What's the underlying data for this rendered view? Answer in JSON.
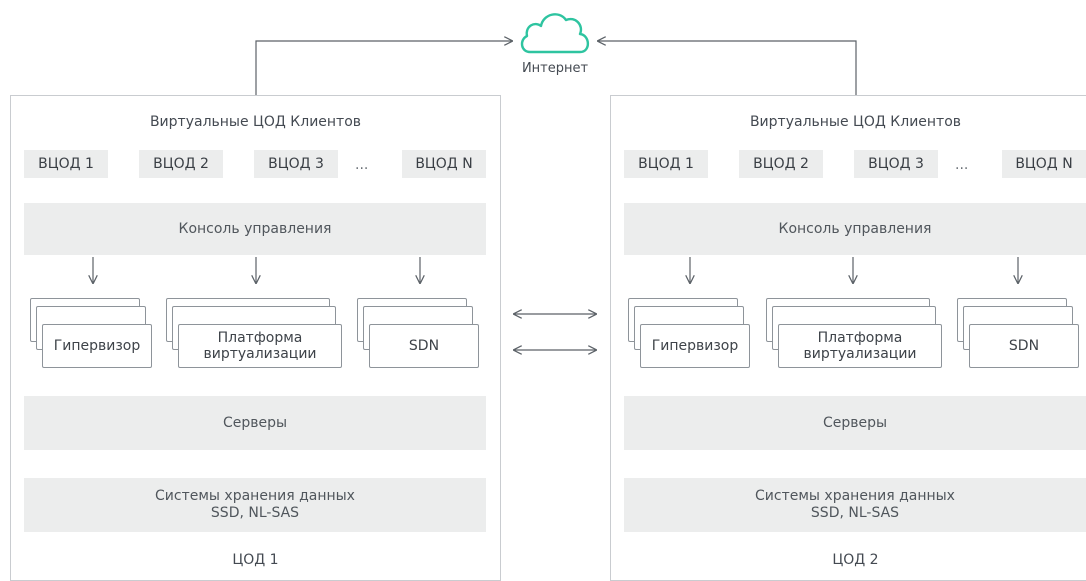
{
  "internet": {
    "label": "Интернет",
    "icon": "cloud-icon",
    "icon_color": "#2ec4a0"
  },
  "datacenters": [
    {
      "name": "ЦОД 1",
      "virtual_title": "Виртуальные ЦОД Клиентов",
      "vdc": [
        "ВЦОД 1",
        "ВЦОД 2",
        "ВЦОД 3",
        "ВЦОД N"
      ],
      "ellipsis": "...",
      "console": "Консоль управления",
      "components": {
        "hypervisor": "Гипервизор",
        "platform": "Платформа виртуализации",
        "sdn": "SDN"
      },
      "servers": "Серверы",
      "storage": {
        "line1": "Системы хранения данных",
        "line2": "SSD, NL-SAS"
      }
    },
    {
      "name": "ЦОД 2",
      "virtual_title": "Виртуальные ЦОД Клиентов",
      "vdc": [
        "ВЦОД 1",
        "ВЦОД 2",
        "ВЦОД 3",
        "ВЦОД N"
      ],
      "ellipsis": "...",
      "console": "Консоль управления",
      "components": {
        "hypervisor": "Гипервизор",
        "platform": "Платформа виртуализации",
        "sdn": "SDN"
      },
      "servers": "Серверы",
      "storage": {
        "line1": "Системы хранения данных",
        "line2": "SSD, NL-SAS"
      }
    }
  ]
}
